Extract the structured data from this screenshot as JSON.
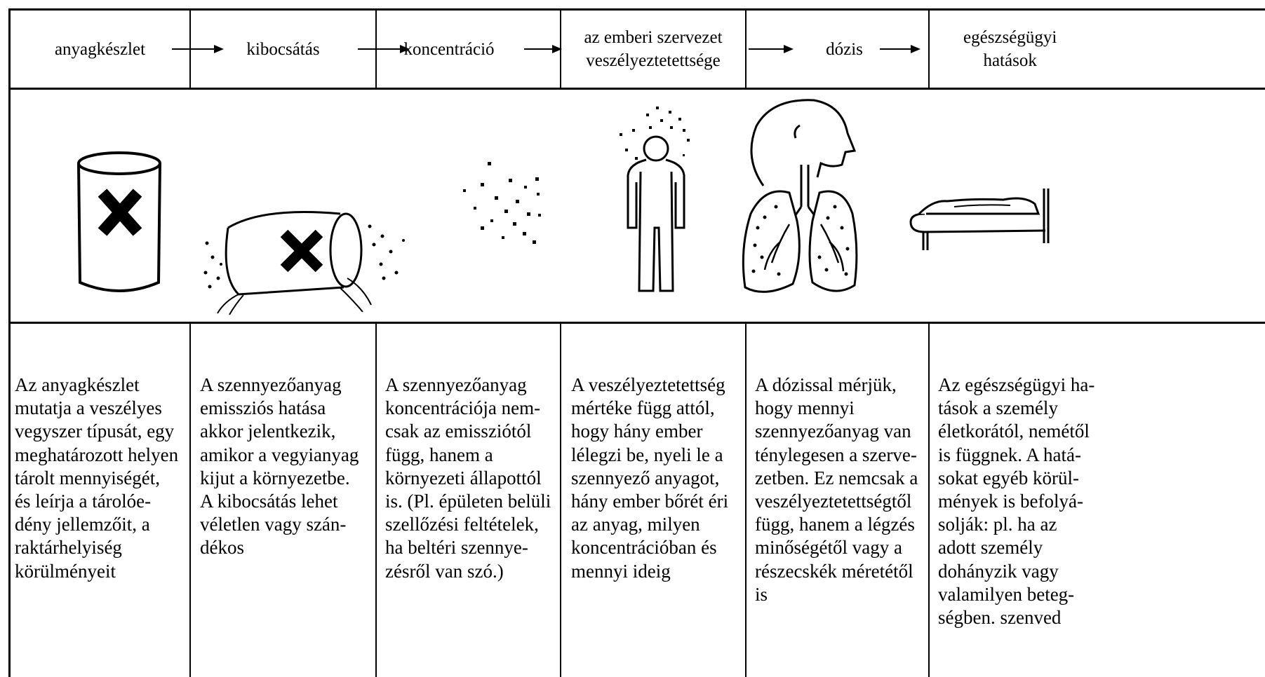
{
  "stages": [
    {
      "label": "anyagkészlet",
      "icon": "barrel-icon",
      "description": "Az anyagkészlet\nmutatja a veszélyes\nvegyszer típusát, egy\nmeghatározott helyen\ntárolt mennyiségét,\nés leírja a tárolóe-\ndény jellemzőit, a\nraktárhelyiség\nkörülményeit"
    },
    {
      "label": "kibocsátás",
      "icon": "spilling-barrel-icon",
      "description": "A szennyezőanyag\nemissziós hatása\nakkor jelentkezik,\namikor a vegyianyag\nkijut a környezetbe.\nA kibocsátás lehet\nvéletlen vagy szán-\ndékos"
    },
    {
      "label": "koncentráció",
      "icon": "particles-icon",
      "description": "A szennyezőanyag\nkoncentrációja nem-\ncsak az emissziótól\nfügg, hanem a\nkörnyezeti állapottól\nis. (Pl. épületen belüli\nszellőzési feltételek,\nha beltéri szennye-\nzésről van szó.)"
    },
    {
      "label": "az emberi szervezet\nveszélyeztetettsége",
      "icon": "person-particles-icon",
      "description": "A veszélyeztetettség\nmértéke függ attól,\nhogy hány ember\nlélegzi be, nyeli le a\nszennyező anyagot,\nhány ember bőrét éri\naz anyag, milyen\nkoncentrációban és\nmennyi ideig"
    },
    {
      "label": "dózis",
      "icon": "lungs-icon",
      "description": "A dózissal mérjük,\nhogy mennyi\nszennyezőanyag van\nténylegesen a szerve-\nzetben. Ez nemcsak a\nveszélyeztetettségtől\nfügg, hanem a légzés\nminőségétől vagy a\nrészecskék méretétől\nis"
    },
    {
      "label": "egészségügyi\nhatások",
      "icon": "patient-in-bed-icon",
      "description": "Az egészségügyi ha-\ntások a személy\néletkorától, nemétől\nis függnek. A hatá-\nsokat egyéb körül-\nmények is befolyá-\nsolják: pl. ha az\nadott személy\ndohányzik vagy\nvalamilyen beteg-\nségben. szenved"
    }
  ]
}
